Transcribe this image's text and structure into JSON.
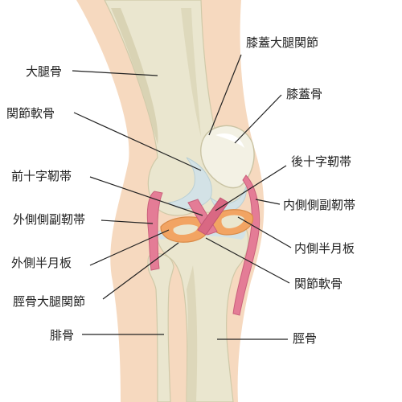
{
  "labels": {
    "patellofemoral_joint": "膝蓋大腿関節",
    "femur": "大腿骨",
    "patella": "膝蓋骨",
    "articular_cartilage_upper": "関節軟骨",
    "posterior_cruciate_ligament": "後十字靭帯",
    "anterior_cruciate_ligament": "前十字靭帯",
    "medial_collateral_ligament": "内側側副靭帯",
    "lateral_collateral_ligament": "外側側副靭帯",
    "medial_meniscus": "内側半月板",
    "lateral_meniscus": "外側半月板",
    "articular_cartilage_lower": "関節軟骨",
    "tibiofemoral_joint": "脛骨大腿関節",
    "fibula": "腓骨",
    "tibia": "脛骨"
  },
  "colors": {
    "skin": "#f6d9bf",
    "bone": "#eae6cf",
    "bone_shadow": "#d9d3b4",
    "cartilage": "#d3e2e6",
    "ligament": "#e47c96",
    "meniscus": "#f2a463",
    "line": "#222222"
  }
}
